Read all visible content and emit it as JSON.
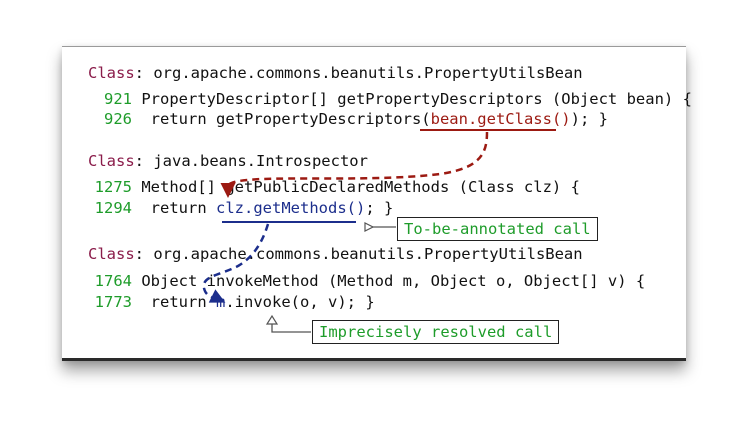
{
  "block1": {
    "class_kw": "Class",
    "class_name": ": org.apache.commons.beanutils.PropertyUtilsBean",
    "l1_num": "921",
    "l1_code": " PropertyDescriptor[] getPropertyDescriptors (Object bean) {",
    "l2_num": "926",
    "l2_pre": "  return getPropertyDescriptors(",
    "l2_hl": "bean.getClass()",
    "l2_post": "); }"
  },
  "block2": {
    "class_kw": "Class",
    "class_name": ": java.beans.Introspector",
    "l1_num": "1275",
    "l1_code": " Method[] getPublicDeclaredMethods (Class clz) {",
    "l2_num": "1294",
    "l2_pre": "  return ",
    "l2_hl": "clz.getMethods()",
    "l2_post": "; }"
  },
  "block3": {
    "class_kw": "Class",
    "class_name": ": org.apache.commons.beanutils.PropertyUtilsBean",
    "l1_num": "1764",
    "l1_code": " Object invokeMethod (Method m, Object o, Object[] v) {",
    "l2_num": "1773",
    "l2_pre": "  return ",
    "l2_hl": "m",
    "l2_post": ".invoke(o, v); }"
  },
  "callouts": {
    "to_be_annotated": "To-be-annotated call",
    "imprecisely_resolved": "Imprecisely resolved call"
  },
  "colors": {
    "class_keyword": "#8a1c4a",
    "line_number": "#1e9c2a",
    "red_highlight": "#9c1a12",
    "blue_highlight": "#1c2e8c",
    "callout_text": "#1e9c2a"
  }
}
